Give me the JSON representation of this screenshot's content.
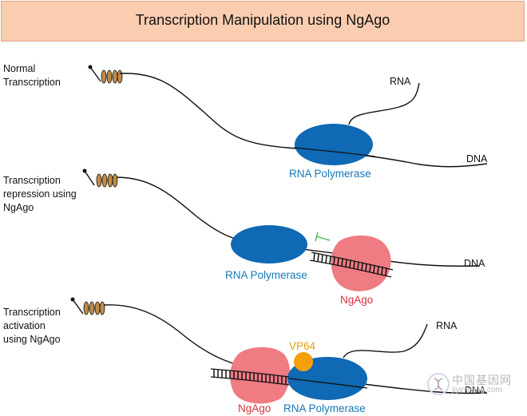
{
  "title": "Transcription Manipulation using NgAgo",
  "panels": {
    "normal": {
      "label": "Normal\nTranscription",
      "rna": "RNA",
      "dna": "DNA",
      "polymerase": "RNA Polymerase"
    },
    "repression": {
      "label": "Transcription\nrepression using\nNgAgo",
      "dna": "DNA",
      "polymerase": "RNA Polymerase",
      "ngago": "NgAgo"
    },
    "activation": {
      "label": "Transcription\nactivation\nusing NgAgo",
      "rna": "RNA",
      "dna": "DNA",
      "vp64": "VP64",
      "ngago": "NgAgo",
      "polymerase": "RNA Polymerase"
    }
  },
  "watermark": {
    "cn": "中国基因网",
    "en": "jiyinwang.com"
  },
  "colors": {
    "polymerase": "#0f69b4",
    "polymerase_text": "#1679b6",
    "ngago": "#ef7b83",
    "ngago_text": "#d6323e",
    "vp64": "#f5a00a",
    "vp64_text": "#e0a010",
    "inhibit": "#3cb44b",
    "coil": "#b07a3a",
    "title_bg": "#fbcdb0"
  }
}
